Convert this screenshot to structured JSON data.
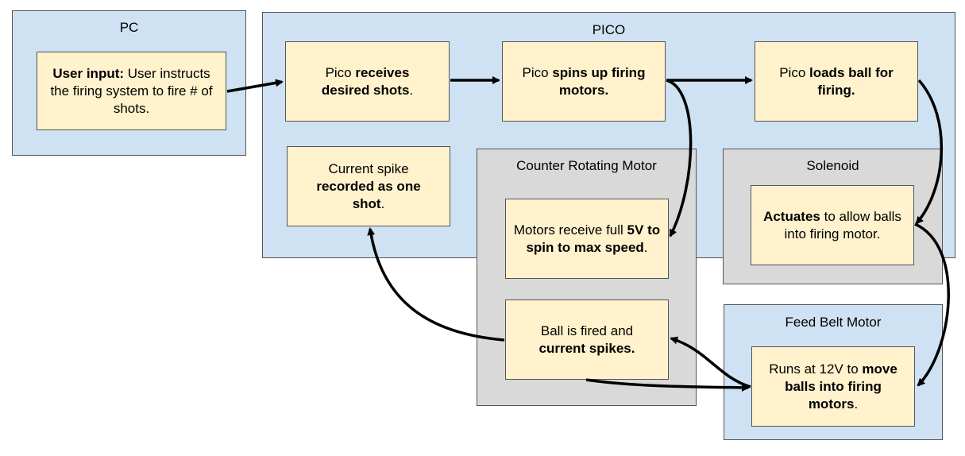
{
  "groups": {
    "pc": "PC",
    "pico": "PICO",
    "counter_rotating_motor": "Counter Rotating Motor",
    "solenoid": "Solenoid",
    "feed_belt_motor": "Feed Belt Motor"
  },
  "boxes": {
    "user_input": [
      {
        "text": "User input:",
        "bold": true
      },
      {
        "text": " User instructs the firing system to fire # of shots.",
        "bold": false
      }
    ],
    "receives": [
      {
        "text": "Pico ",
        "bold": false
      },
      {
        "text": "receives desired shots",
        "bold": true
      },
      {
        "text": ".",
        "bold": false
      }
    ],
    "spins_up": [
      {
        "text": "Pico ",
        "bold": false
      },
      {
        "text": "spins up firing motors.",
        "bold": true
      }
    ],
    "loads_ball": [
      {
        "text": "Pico ",
        "bold": false
      },
      {
        "text": "loads ball for firing.",
        "bold": true
      }
    ],
    "current_spike": [
      {
        "text": "Current spike ",
        "bold": false
      },
      {
        "text": "recorded as one shot",
        "bold": true
      },
      {
        "text": ".",
        "bold": false
      }
    ],
    "motors_receive": [
      {
        "text": "Motors receive full ",
        "bold": false
      },
      {
        "text": "5V to spin to max speed",
        "bold": true
      },
      {
        "text": ".",
        "bold": false
      }
    ],
    "actuates": [
      {
        "text": "Actuates",
        "bold": true
      },
      {
        "text": " to allow balls into firing motor.",
        "bold": false
      }
    ],
    "ball_fired": [
      {
        "text": "Ball is fired and ",
        "bold": false
      },
      {
        "text": "current spikes.",
        "bold": true
      }
    ],
    "runs_12v": [
      {
        "text": "Runs at 12V to ",
        "bold": false
      },
      {
        "text": "move balls into firing motors",
        "bold": true
      },
      {
        "text": ".",
        "bold": false
      }
    ]
  },
  "colors": {
    "group_blue": "#cfe2f3",
    "group_grey": "#d9d9d9",
    "box_fill": "#fff2cc",
    "border": "#545454",
    "arrow": "#000000"
  }
}
